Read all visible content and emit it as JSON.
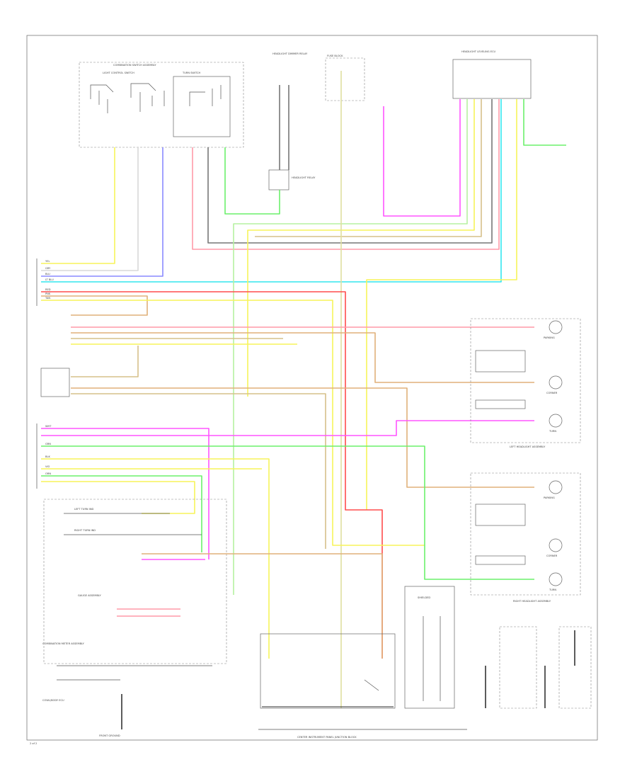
{
  "colors": {
    "yellow": "#f7f35a",
    "white": "#d9d9d9",
    "blue": "#8a8aff",
    "cyan": "#33e6ee",
    "red": "#ff4d4d",
    "pink": "#ffb0b0",
    "orange": "#e0b07a",
    "green": "#6cf06c",
    "lightgreen": "#b6f2a0",
    "gray": "#777777",
    "magenta": "#ff55ff",
    "black": "#333333",
    "tan": "#d6c08a"
  },
  "labels": {
    "combo_switch_assy": "COMBINATION SWITCH ASSEMBLY",
    "light_control_switch": "LIGHT CONTROL SWITCH",
    "turn_switch": "TURN SWITCH",
    "headlight_dimmer_relay": "HEADLIGHT DIMMER RELAY",
    "fuse_block": "FUSE BLOCK",
    "headlight_relay": "HEADLIGHT RELAY",
    "headlight_leveling_ecu": "HEADLIGHT LEVELING ECU",
    "left_headlight_assembly": "LEFT HEADLIGHT ASSEMBLY",
    "right_headlight_assembly": "RIGHT HEADLIGHT ASSEMBLY",
    "left_turn_ind": "LEFT TURN IND",
    "right_turn_ind": "RIGHT TURN IND",
    "parking": "PARKING",
    "corner": "CORNER",
    "turn": "TURN",
    "shielded": "SHIELDED",
    "gauge_assembly": "GAUGE ASSEMBLY",
    "combination_meter": "COMBINATION METER ASSEMBLY",
    "cowl_body_ecu": "COWL/BODY ECU",
    "front_ground": "FRONT GROUND",
    "footer": "CENTER INSTRUMENT PANEL JUNCTION BLOCK",
    "page_tag": "2 of 2"
  },
  "wire_codes": [
    "YEL",
    "GRY",
    "BLU",
    "LT BLU",
    "RED",
    "PNK",
    "TAN",
    "WHT",
    "GRN",
    "BLK",
    "VIO",
    "ORN"
  ]
}
